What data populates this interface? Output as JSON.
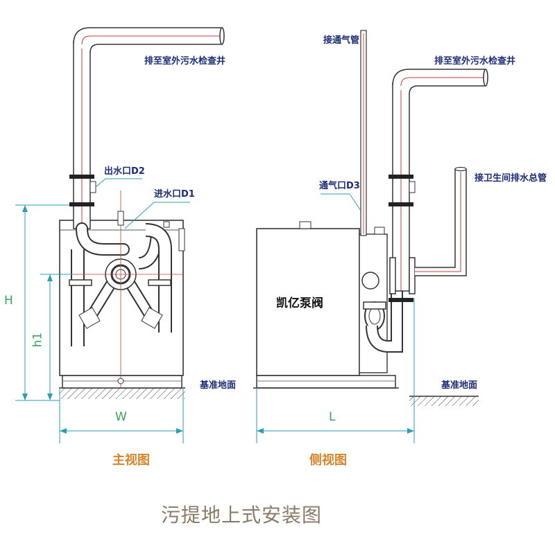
{
  "labels": {
    "outlet_to_manhole_left": "排至室外污水检查井",
    "outlet_d2": "出水口D2",
    "inlet_d1": "进水口D1",
    "vent_pipe": "接通气管",
    "outlet_to_manhole_right": "排至室外污水检查井",
    "vent_d3": "通气口D3",
    "connect_drain": "接卫生间排水总管",
    "datum_ground_left": "基准地面",
    "datum_ground_right": "基准地面",
    "dim_h": "H",
    "dim_h1": "h1",
    "dim_w": "W",
    "dim_l": "L",
    "brand": "凯亿泵阀",
    "front_view": "主视图",
    "side_view": "侧视图",
    "title": "污提地上式安装图"
  },
  "colors": {
    "outline": "#2a2a2a",
    "pipe_core": "#c83a3a",
    "dimension": "#2a9fb3",
    "label_blue": "#1c2d78",
    "dimension_text": "#3aa35a",
    "view_label": "#d9832a",
    "title": "#8a7a66"
  }
}
